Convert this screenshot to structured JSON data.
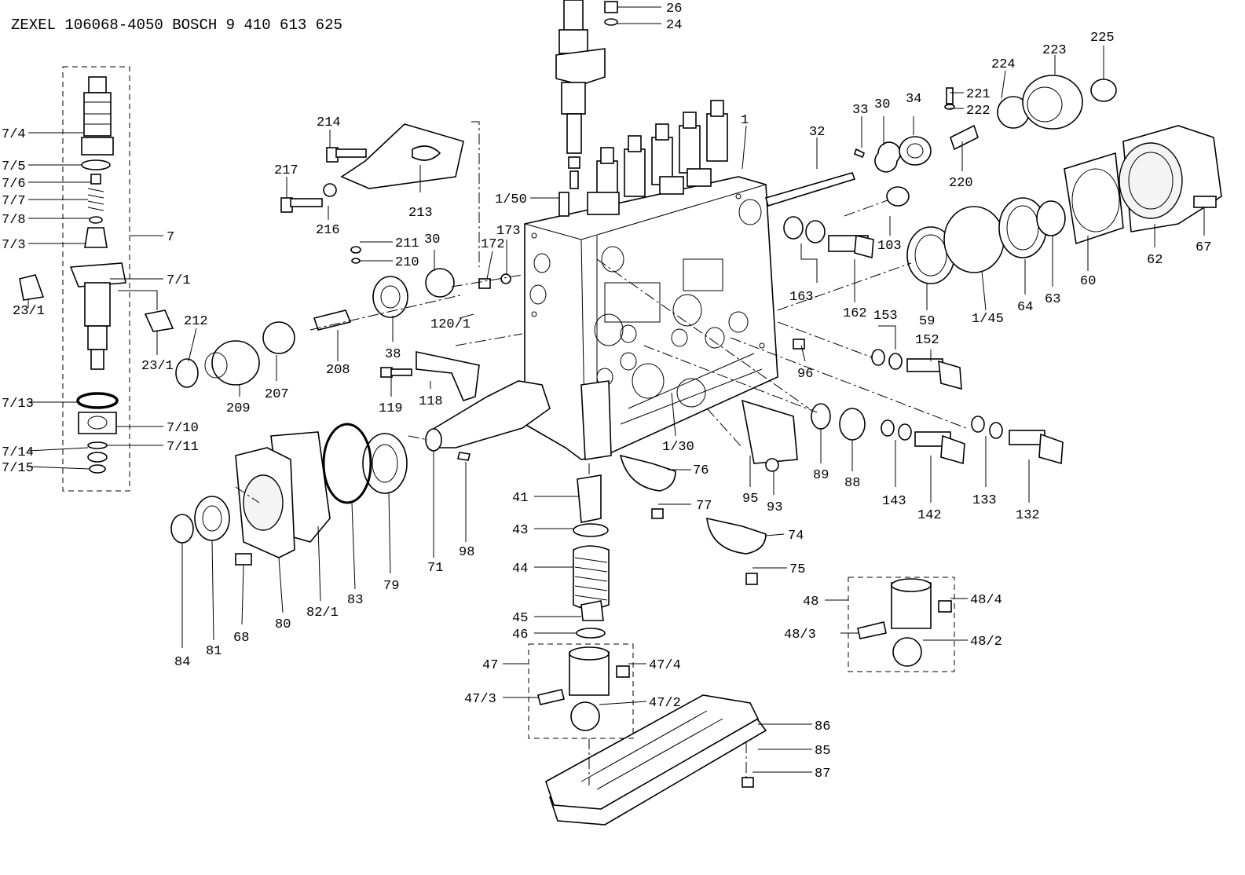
{
  "title": "ZEXEL 106068-4050  BOSCH 9 410 613 625",
  "labels": {
    "p26": "26",
    "p24": "24",
    "p1": "1",
    "p32": "32",
    "p33": "33",
    "p30a": "30",
    "p34": "34",
    "p221": "221",
    "p222": "222",
    "p220": "220",
    "p224": "224",
    "p223": "223",
    "p225": "225",
    "p214": "214",
    "p217": "217",
    "p216": "216",
    "p213": "213",
    "p150": "1/50",
    "p173": "173",
    "p172": "172",
    "p211": "211",
    "p210": "210",
    "p30b": "30",
    "p1201": "120/1",
    "p212": "212",
    "p209": "209",
    "p207": "207",
    "p208": "208",
    "p38": "38",
    "p119": "119",
    "p118": "118",
    "p103": "103",
    "p163": "163",
    "p162": "162",
    "p59": "59",
    "p145": "1/45",
    "p64": "64",
    "p63": "63",
    "p60": "60",
    "p62": "62",
    "p67": "67",
    "p153": "153",
    "p152": "152",
    "p96": "96",
    "p130": "1/30",
    "p89": "89",
    "p88": "88",
    "p143": "143",
    "p142": "142",
    "p133": "133",
    "p132": "132",
    "p76": "76",
    "p95": "95",
    "p93": "93",
    "p77": "77",
    "p74": "74",
    "p75": "75",
    "p41": "41",
    "p43": "43",
    "p44": "44",
    "p45": "45",
    "p46": "46",
    "p47": "47",
    "p474": "47/4",
    "p473": "47/3",
    "p472": "47/2",
    "p48": "48",
    "p484": "48/4",
    "p483": "48/3",
    "p482": "48/2",
    "p86": "86",
    "p85": "85",
    "p87": "87",
    "p71": "71",
    "p98": "98",
    "p79": "79",
    "p83": "83",
    "p821": "82/1",
    "p80": "80",
    "p68": "68",
    "p81": "81",
    "p84": "84",
    "p74a": "7/4",
    "p75a": "7/5",
    "p76a": "7/6",
    "p77a": "7/7",
    "p78a": "7/8",
    "p73a": "7/3",
    "p7": "7",
    "p71a": "7/1",
    "p231a": "23/1",
    "p231b": "23/1",
    "p713": "7/13",
    "p710": "7/10",
    "p714": "7/14",
    "p711": "7/11",
    "p715": "7/15"
  }
}
